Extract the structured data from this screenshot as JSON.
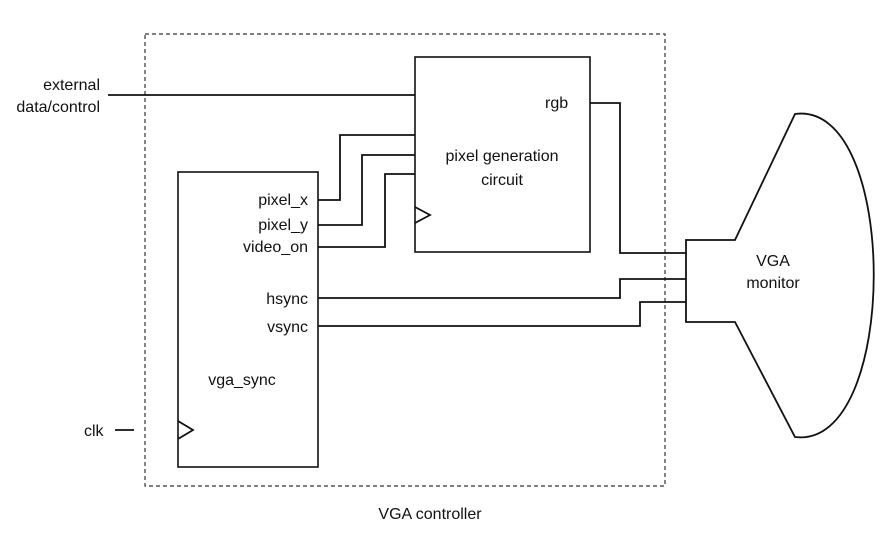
{
  "labels": {
    "external_line1": "external",
    "external_line2": "data/control",
    "rgb": "rgb",
    "pixel_gen_line1": "pixel generation",
    "pixel_gen_line2": "circuit",
    "pixel_x": "pixel_x",
    "pixel_y": "pixel_y",
    "video_on": "video_on",
    "hsync": "hsync",
    "vsync": "vsync",
    "vga_sync": "vga_sync",
    "clk": "clk",
    "monitor_line1": "VGA",
    "monitor_line2": "monitor",
    "controller": "VGA controller"
  }
}
